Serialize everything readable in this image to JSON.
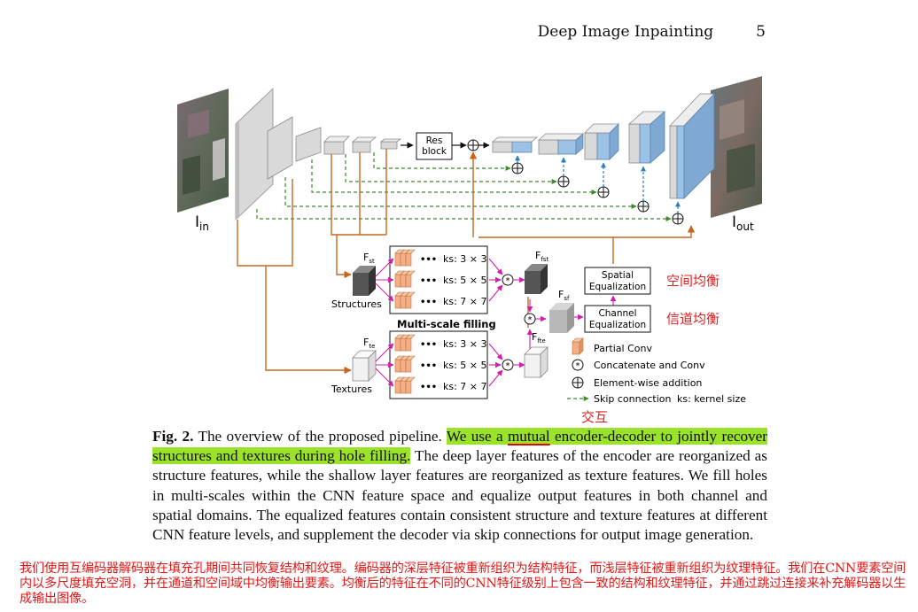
{
  "header": {
    "title": "Deep Image Inpainting",
    "page_number": "5"
  },
  "figure": {
    "labels": {
      "input": "I",
      "input_sub": "in",
      "output": "I",
      "output_sub": "out",
      "res_block_line1": "Res",
      "res_block_line2": "block",
      "f_st": "F",
      "f_st_sub": "st",
      "f_te": "F",
      "f_te_sub": "te",
      "f_fst": "F",
      "f_fst_sub": "fst",
      "f_fte": "F",
      "f_fte_sub": "fte",
      "f_sf": "F",
      "f_sf_sub": "sf",
      "structures": "Structures",
      "textures": "Textures",
      "multi_scale": "Multi-scale filling",
      "spatial_eq_line1": "Spatial",
      "spatial_eq_line2": "Equalization",
      "channel_eq_line1": "Channel",
      "channel_eq_line2": "Equalization"
    },
    "kernel_rows": [
      "ks: 3 × 3",
      "ks: 5 × 5",
      "ks: 7 × 7"
    ],
    "dots": "•••",
    "legend": {
      "partial_conv": "Partial Conv",
      "concat_conv": "Concatenate and Conv",
      "elementwise": "Element-wise addition",
      "skip": "Skip connection",
      "ks_def": "ks: kernel size"
    },
    "annotations": {
      "spatial_cn": "空间均衡",
      "channel_cn": "信道均衡",
      "mutual_cn": "交互"
    },
    "colors": {
      "orange_arrow": "#c8661e",
      "green_skip": "#3a8a2a",
      "blue_skip": "#2f7fc0",
      "magenta_arrow": "#d020a8",
      "conv_orange": "#f2b084",
      "encoder_gray": "#cfcfcf",
      "decoder_blue": "#9cc2e6",
      "highlight": "#9be22a",
      "annotation_red": "#e02020"
    }
  },
  "caption": {
    "fig_label": "Fig. 2.",
    "part1": " The overview of the proposed pipeline. ",
    "hl_before": "We use a ",
    "hl_underlined": "mutual",
    "hl_after": " encoder-decoder to jointly recover structures and textures during hole filling.",
    "part2": " The deep layer features of the encoder are reorganized as structure features, while the shallow layer features are reorganized as texture features. We fill holes in multi-scales within the CNN feature space and equalize output features in both channel and spatial domains. The equalized features contain consistent structure and texture features at different CNN feature levels, and supplement the decoder via skip connections for output image generation."
  },
  "translation": "我们使用互编码器解码器在填充孔期间共同恢复结构和纹理。编码器的深层特征被重新组织为结构特征，而浅层特征被重新组织为纹理特征。我们在CNN要素空间内以多尺度填充空洞，并在通道和空间域中均衡输出要素。均衡后的特征在不同的CNN特征级别上包含一致的结构和纹理特征，并通过跳过连接来补充解码器以生成输出图像。"
}
